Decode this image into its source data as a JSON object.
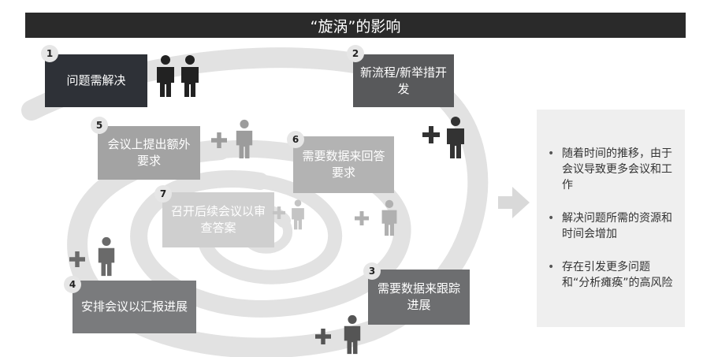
{
  "title": "“旋涡”的影响",
  "steps": [
    {
      "num": "1",
      "label": "问题需解决"
    },
    {
      "num": "2",
      "label": "新流程/新举措开发"
    },
    {
      "num": "3",
      "label": "需要数据来跟踪进展"
    },
    {
      "num": "4",
      "label": "安排会议以汇报进展"
    },
    {
      "num": "5",
      "label": "会议上提出额外要求"
    },
    {
      "num": "6",
      "label": "需要数据来回答要求"
    },
    {
      "num": "7",
      "label": "召开后续会议以审查答案"
    }
  ],
  "bullets": [
    "随着时间的推移，由于会议导致更多会议和工作",
    "解决问题所需的资源和时间会增加",
    "存在引发更多问题和“分析瘫痪”的高风险"
  ],
  "colors": {
    "dark": "#2e3137",
    "medium": "#6d6e70",
    "light": "#a3a3a3",
    "swirl": "#e2e2e2",
    "panel": "#efefef"
  },
  "icons": [
    "person-icon",
    "plus-icon",
    "arrow-right-icon",
    "swirl-graphic"
  ]
}
